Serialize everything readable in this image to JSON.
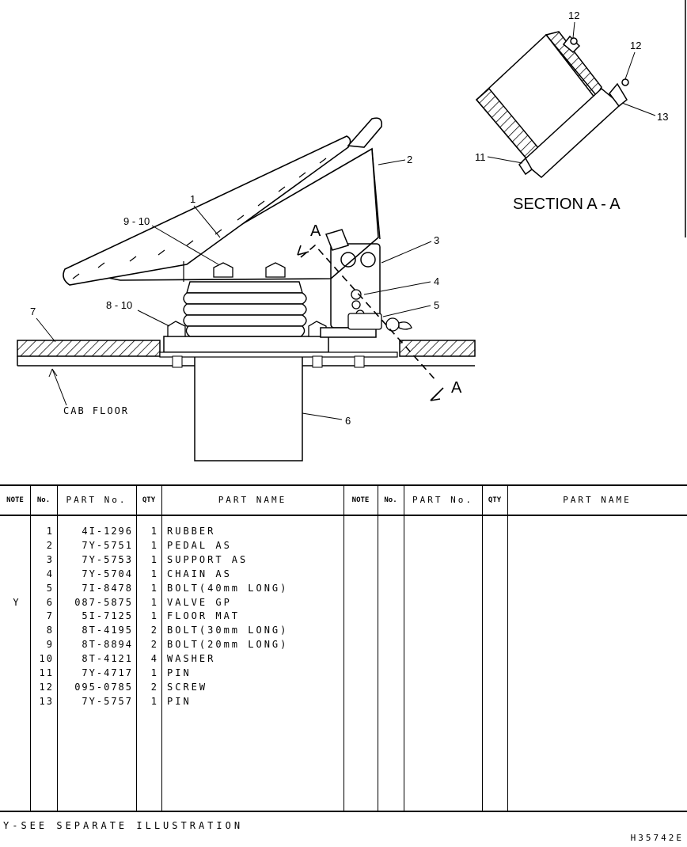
{
  "illustration": {
    "section_title": "SECTION A - A",
    "cab_floor_label": "CAB FLOOR",
    "section_marker": "A",
    "callouts": {
      "c1": "1",
      "c2": "2",
      "c3": "3",
      "c4": "4",
      "c5": "5",
      "c6": "6",
      "c7": "7",
      "c8_10": "8 - 10",
      "c9_10": "9 - 10",
      "c11": "11",
      "c12a": "12",
      "c12b": "12",
      "c13": "13"
    }
  },
  "table": {
    "headers": {
      "note": "NOTE",
      "no": "No.",
      "part_no": "PART No.",
      "qty": "QTY",
      "part_name": "PART NAME",
      "note2": "NOTE",
      "no2": "No.",
      "part_no2": "PART No.",
      "qty2": "QTY",
      "part_name2": "PART NAME"
    },
    "rows": [
      {
        "note": "",
        "no": "1",
        "part_no": "4I-1296",
        "qty": "1",
        "name": "RUBBER"
      },
      {
        "note": "",
        "no": "2",
        "part_no": "7Y-5751",
        "qty": "1",
        "name": "PEDAL AS"
      },
      {
        "note": "",
        "no": "3",
        "part_no": "7Y-5753",
        "qty": "1",
        "name": "SUPPORT AS"
      },
      {
        "note": "",
        "no": "4",
        "part_no": "7Y-5704",
        "qty": "1",
        "name": "CHAIN AS"
      },
      {
        "note": "",
        "no": "5",
        "part_no": "7I-8478",
        "qty": "1",
        "name": "BOLT(40mm LONG)"
      },
      {
        "note": "Y",
        "no": "6",
        "part_no": "087-5875",
        "qty": "1",
        "name": "VALVE GP"
      },
      {
        "note": "",
        "no": "7",
        "part_no": "5I-7125",
        "qty": "1",
        "name": "FLOOR MAT"
      },
      {
        "note": "",
        "no": "8",
        "part_no": "8T-4195",
        "qty": "2",
        "name": "BOLT(30mm LONG)"
      },
      {
        "note": "",
        "no": "9",
        "part_no": "8T-8894",
        "qty": "2",
        "name": "BOLT(20mm LONG)"
      },
      {
        "note": "",
        "no": "10",
        "part_no": "8T-4121",
        "qty": "4",
        "name": "WASHER"
      },
      {
        "note": "",
        "no": "11",
        "part_no": "7Y-4717",
        "qty": "1",
        "name": "PIN"
      },
      {
        "note": "",
        "no": "12",
        "part_no": "095-0785",
        "qty": "2",
        "name": "SCREW"
      },
      {
        "note": "",
        "no": "13",
        "part_no": "7Y-5757",
        "qty": "1",
        "name": "PIN"
      }
    ]
  },
  "footnote": "Y-SEE SEPARATE ILLUSTRATION",
  "doc_id": "H35742E"
}
